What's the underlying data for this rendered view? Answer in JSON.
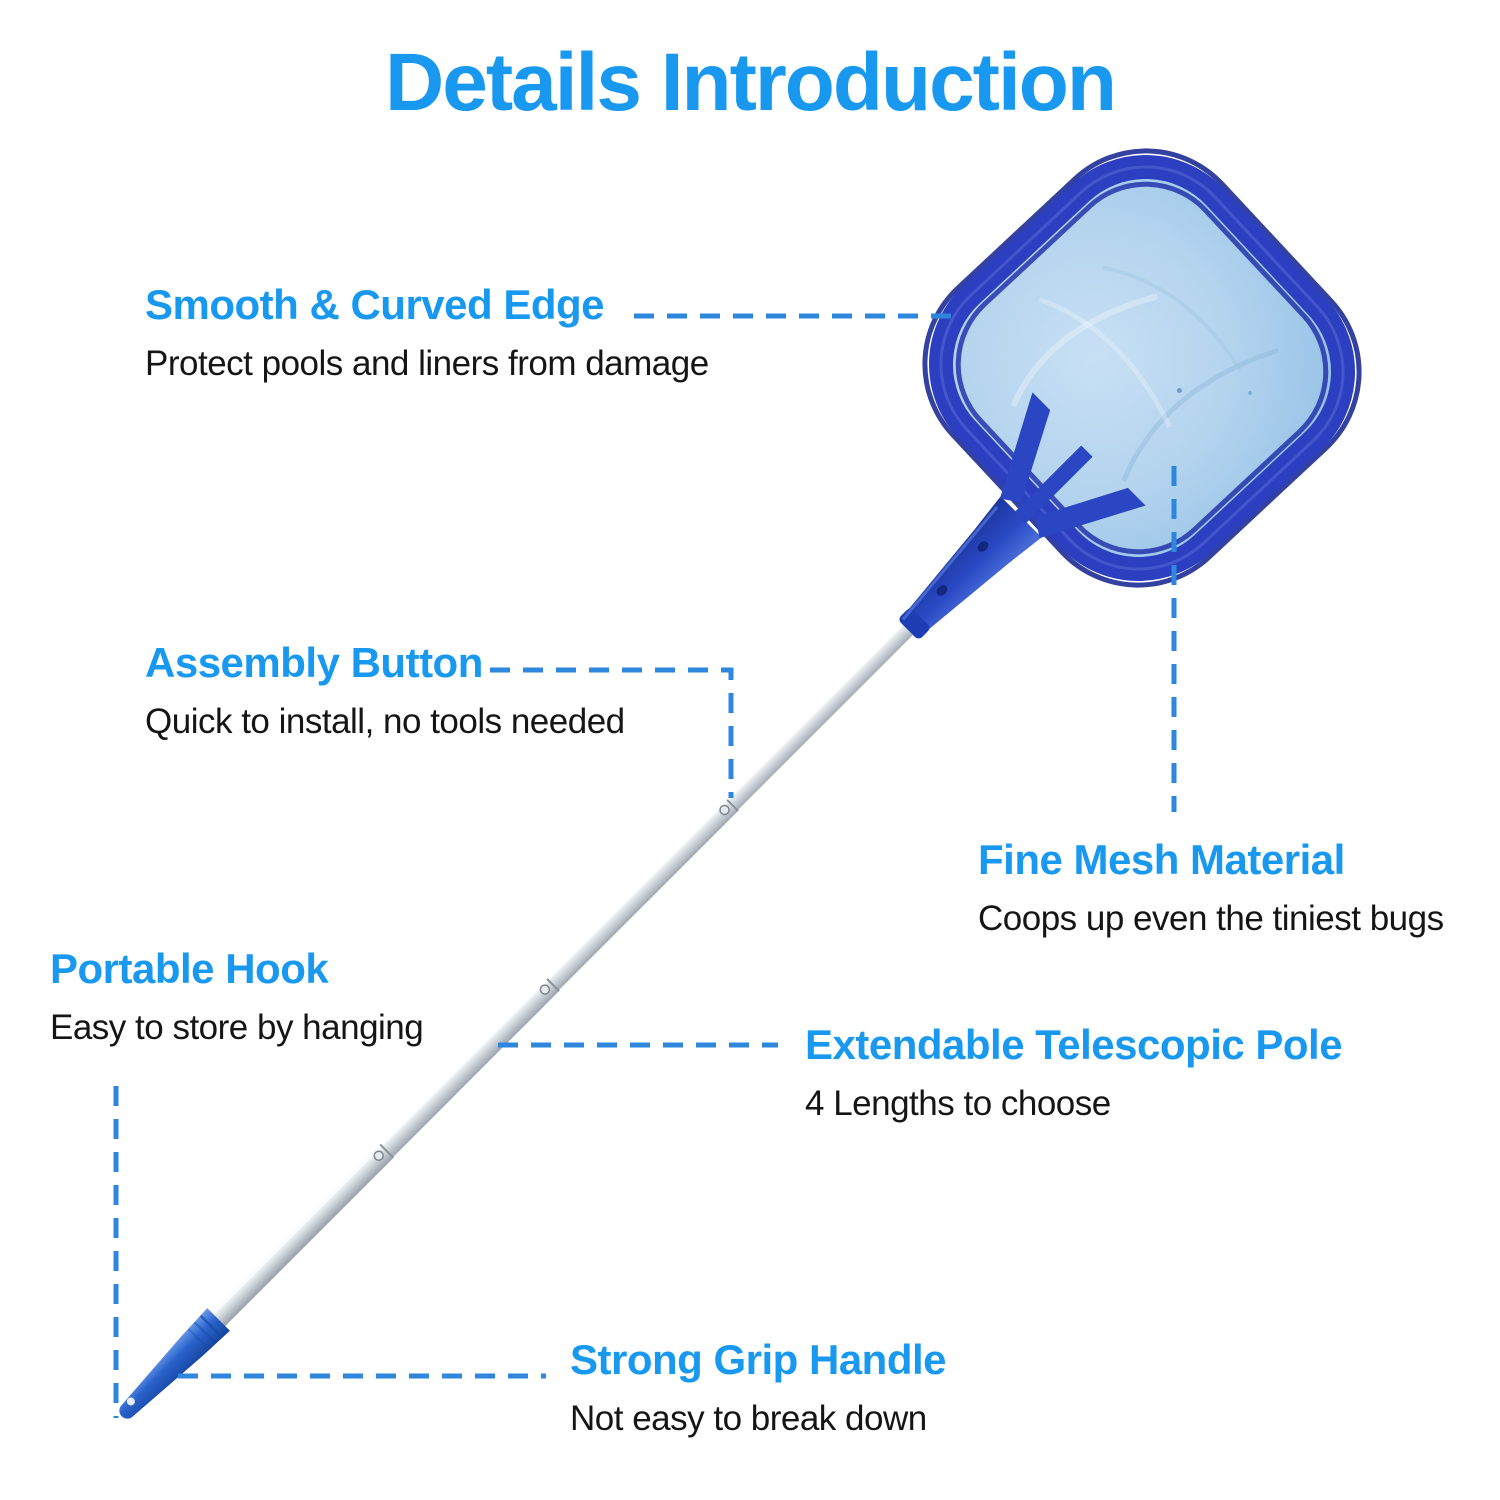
{
  "title": "Details Introduction",
  "callouts": [
    {
      "id": "smooth-curved-edge",
      "title": "Smooth & Curved Edge",
      "desc": "Protect pools and liners from damage"
    },
    {
      "id": "assembly-button",
      "title": "Assembly Button",
      "desc": "Quick to install, no tools needed"
    },
    {
      "id": "fine-mesh-material",
      "title": "Fine Mesh Material",
      "desc": "Coops up even the tiniest bugs"
    },
    {
      "id": "portable-hook",
      "title": "Portable Hook",
      "desc": "Easy to store by hanging"
    },
    {
      "id": "extendable-telescopic-pole",
      "title": "Extendable Telescopic Pole",
      "desc": "4 Lengths to choose"
    },
    {
      "id": "strong-grip-handle",
      "title": "Strong Grip Handle",
      "desc": "Not easy to break down"
    }
  ],
  "colors": {
    "accent": "#1899ef",
    "leader": "#2e87dc",
    "text": "#151515",
    "frame": "#2b3fc0",
    "mesh": "#b3d3ee",
    "pole": "#c9ced5",
    "handle": "#2361cb",
    "background": "#ffffff"
  }
}
